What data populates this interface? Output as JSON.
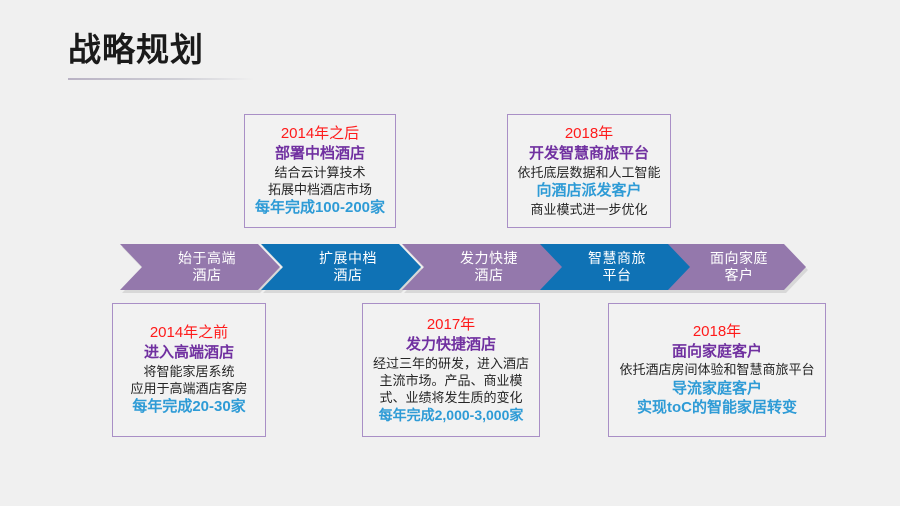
{
  "page": {
    "title": "战略规划",
    "background_color": "#f0f0f0"
  },
  "colors": {
    "chevron_purple": "#9478ac",
    "chevron_blue": "#0f72b5",
    "box_border": "#a98fc6",
    "box_fill": "#f2f2f2",
    "year_red": "#ff1a1a",
    "heading_purple": "#7030a0",
    "accent_blue": "#2e9bd6",
    "body_text": "#262626"
  },
  "chevrons": [
    {
      "label": "始于高端\n酒店",
      "color": "#9478ac",
      "name": "stage-1"
    },
    {
      "label": "扩展中档\n酒店",
      "color": "#0f72b5",
      "name": "stage-2"
    },
    {
      "label": "发力快捷\n酒店",
      "color": "#9478ac",
      "name": "stage-3"
    },
    {
      "label": "智慧商旅\n平台",
      "color": "#0f72b5",
      "name": "stage-4"
    },
    {
      "label": "面向家庭\n客户",
      "color": "#9478ac",
      "name": "stage-5"
    }
  ],
  "boxes": {
    "top_left": {
      "year": "2014年之后",
      "heading": "部署中档酒店",
      "body_line1": "结合云计算技术",
      "body_line2": "拓展中档酒店市场",
      "accent": "每年完成100-200家"
    },
    "top_right": {
      "year": "2018年",
      "heading": "开发智慧商旅平台",
      "body_line1": "依托底层数据和人工智能",
      "accent": "向酒店派发客户",
      "body_line2": "商业模式进一步优化"
    },
    "bottom_left": {
      "year": "2014年之前",
      "heading": "进入高端酒店",
      "body_line1": "将智能家居系统",
      "body_line2": "应用于高端酒店客房",
      "accent": "每年完成20-30家"
    },
    "bottom_middle": {
      "year": "2017年",
      "heading": "发力快捷酒店",
      "body": "经过三年的研发，进入酒店主流市场。产品、商业模式、业绩将发生质的变化",
      "accent": "每年完成2,000-3,000家"
    },
    "bottom_right": {
      "year": "2018年",
      "heading": "面向家庭客户",
      "body_line1": "依托酒店房间体验和智慧商旅平台",
      "accent1": "导流家庭客户",
      "accent2": "实现toC的智能家居转变"
    }
  }
}
